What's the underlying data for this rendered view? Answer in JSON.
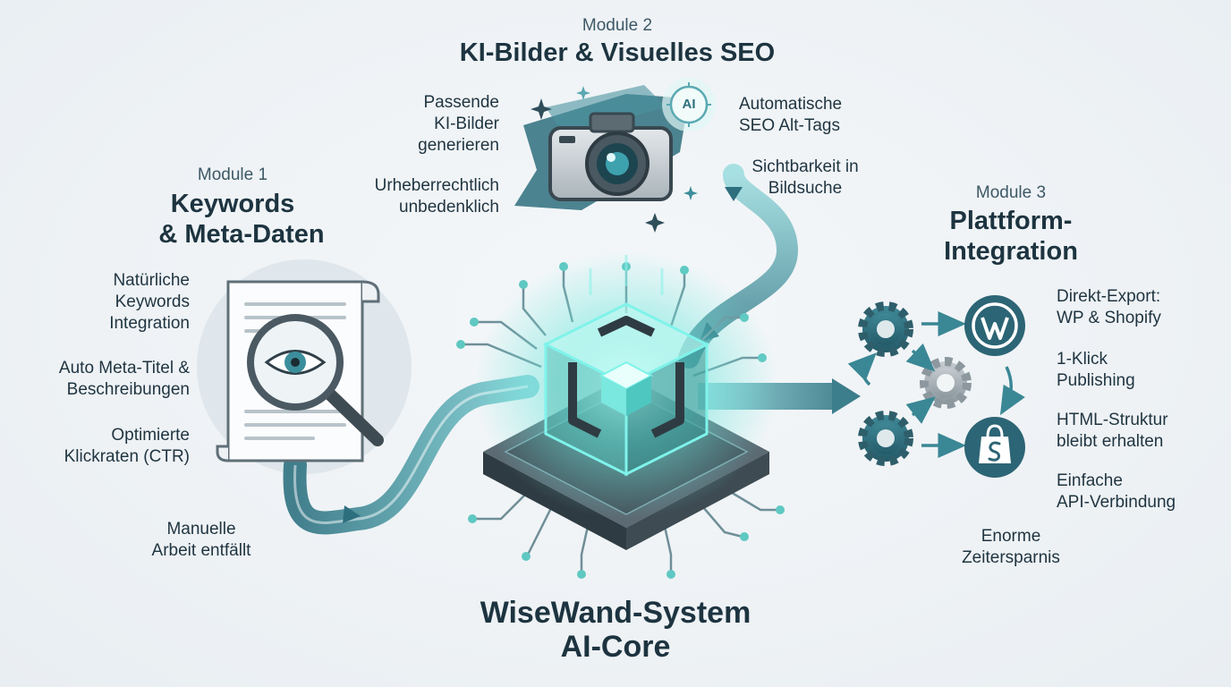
{
  "diagram": {
    "core": {
      "title_line1": "WiseWand-System",
      "title_line2": "AI-Core"
    },
    "module1": {
      "label": "Module 1",
      "title_line1": "Keywords",
      "title_line2": "& Meta-Daten",
      "items": [
        "Natürliche\nKeywords\nIntegration",
        "Auto Meta-Titel &\nBeschreibungen",
        "Optimierte\nKlickraten (CTR)",
        "Manuelle\nArbeit entfällt"
      ]
    },
    "module2": {
      "label": "Module 2",
      "title": "KI-Bilder & Visuelles SEO",
      "badge": "AI",
      "items_left": [
        "Passende\nKI-Bilder\ngenerieren",
        "Urheberrechtlich\nunbedenklich"
      ],
      "items_right": [
        "Automatische\nSEO Alt-Tags",
        "Sichtbarkeit in\nBildsuche"
      ]
    },
    "module3": {
      "label": "Module 3",
      "title_line1": "Plattform-",
      "title_line2": "Integration",
      "items": [
        "Direkt-Export:\nWP & Shopify",
        "1-Klick\nPublishing",
        "HTML-Struktur\nbleibt erhalten",
        "Einfache\nAPI-Verbindung",
        "Enorme\nZeitersparnis"
      ]
    },
    "icons": {
      "document": "document-with-magnifier-icon",
      "camera": "camera-icon",
      "ai_badge": "ai-badge-icon",
      "gear": "gear-icon",
      "wordpress": "wordpress-icon",
      "shopify": "shopify-icon",
      "chip": "ai-chip-cube-icon"
    },
    "colors": {
      "accent_teal": "#3f8f9c",
      "dark_teal": "#2b5f6e",
      "glow": "#7ff3ea",
      "dark_slate": "#37454f",
      "text": "#1f3440"
    }
  }
}
